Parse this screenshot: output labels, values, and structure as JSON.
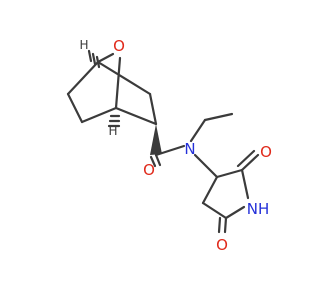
{
  "molecule": {
    "atoms": {
      "bridge_o": {
        "symbol": "O",
        "color": "#e0291a"
      },
      "stereo_h_top": {
        "symbol": "H",
        "color": "#3b3b3b"
      },
      "stereo_h_bottom": {
        "symbol": "H",
        "color": "#3b3b3b"
      },
      "amide_o": {
        "symbol": "O",
        "color": "#e0291a"
      },
      "amide_n": {
        "symbol": "N",
        "color": "#2430d8"
      },
      "ring_o_top": {
        "symbol": "O",
        "color": "#e0291a"
      },
      "ring_nh": {
        "symbol": "NH",
        "color": "#2430d8"
      },
      "ring_o_bottom": {
        "symbol": "O",
        "color": "#e0291a"
      }
    },
    "colors": {
      "bond": "#3b3b3b",
      "oxygen": "#e0291a",
      "nitrogen": "#2430d8",
      "background": "#ffffff"
    }
  }
}
